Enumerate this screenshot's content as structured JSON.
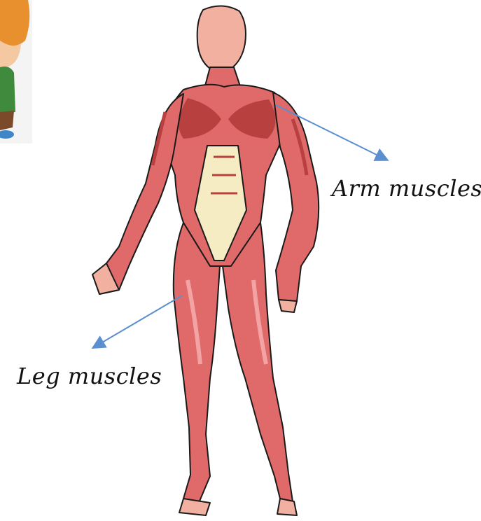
{
  "diagram": {
    "labels": {
      "arm": "Arm muscles",
      "leg": "Leg muscles"
    },
    "colors": {
      "background": "#ffffff",
      "pointer_arrow": "#5b8fcf",
      "muscle_main": "#e06a6a",
      "muscle_dark": "#b8403f",
      "muscle_light": "#f3a3a3",
      "tendon": "#f5ecc4",
      "skin": "#f2b0a0",
      "outline": "#1a1a1a"
    },
    "icons": {
      "figure": "human-muscular-system-illustration",
      "corner": "cartoon-child-illustration"
    }
  }
}
